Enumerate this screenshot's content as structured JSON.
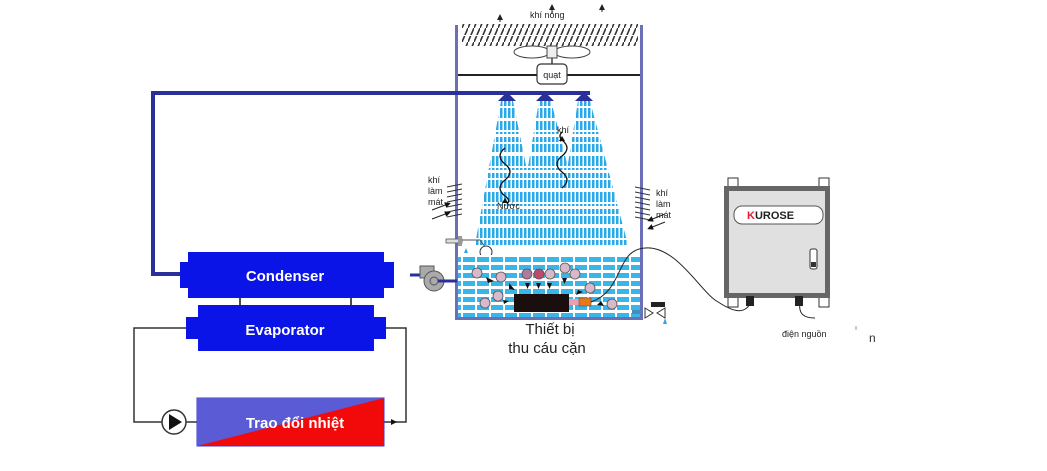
{
  "diagram": {
    "tower": {
      "hot_air_label": "khí nóng",
      "fan_label": "quạt",
      "air_label": "khí",
      "water_label": "Nước",
      "cooling_air_left": [
        "khí",
        "làm",
        "mát"
      ],
      "cooling_air_right": [
        "khí",
        "làm",
        "mát"
      ],
      "collector_label_line1": "Thiết bị",
      "collector_label_line2": "thu cáu cặn"
    },
    "condenser_label": "Condenser",
    "evaporator_label": "Evaporator",
    "heat_exchanger_label": "Trao đổi nhiệt",
    "controller": {
      "brand_prefix": "K",
      "brand_rest": "UROSE",
      "power_label": "điện nguồn",
      "stray_text": "n"
    },
    "colors": {
      "pipe": "#2b2f9a",
      "unit_blue": "#0a14e6",
      "water": "#38b6e8",
      "brand_red": "#e8192c",
      "hx_blue": "#5b5bd6",
      "hx_red": "#f20a0a"
    }
  }
}
